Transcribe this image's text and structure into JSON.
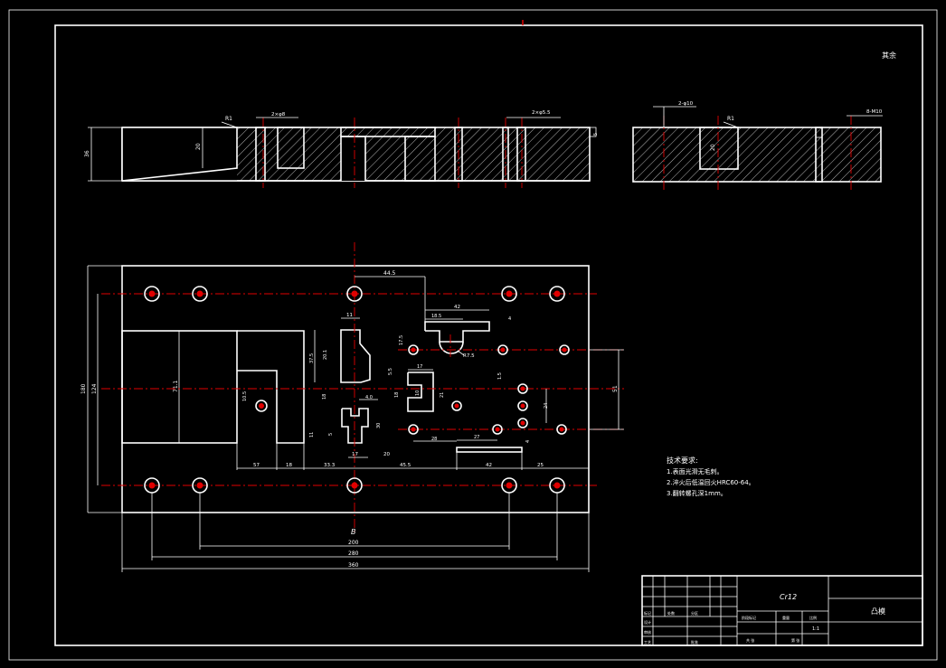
{
  "sheet": {
    "title_block": {
      "drawing_number": "Cr12",
      "part_name": "凸模",
      "small_labels": [
        "标记",
        "处数",
        "分区",
        "设计",
        "审核",
        "工艺",
        "批准",
        "阶段标记",
        "重量",
        "比例",
        "共 张",
        "第 张",
        "1:1"
      ]
    },
    "corner_mark": "其余"
  },
  "tech_requirements": {
    "heading": "技术要求:",
    "items": [
      "1.表面光滑无毛刺。",
      "2.淬火后低温回火HRC60-64。",
      "3.翻转螺孔深1mm。"
    ]
  },
  "front_view": {
    "dims": {
      "height": "36",
      "depth": "20",
      "r1": "R1",
      "chamfer_left": "2×φ8",
      "chamfer_right": "2×φ5.5",
      "right_small": "5"
    }
  },
  "side_view": {
    "dims": {
      "holes": "2-φ10",
      "r1": "R1",
      "thread": "8-M10",
      "depth": "20"
    }
  },
  "plan_view": {
    "dims": {
      "overall_height": "180",
      "inner_height": "124",
      "left_box": "71.1",
      "top_offset": "44.5",
      "tbar_width": "42",
      "tbar_stem": "18.5",
      "tbar_small": "4",
      "tbar_height": "17.5",
      "arc_radius": "R7.5",
      "slot_width_a": "11",
      "slot_height_a": "37.5",
      "slot_len_a": "20.1",
      "slot_gap": "5.5",
      "notch_h": "10.5",
      "block_18": "18",
      "block_11": "11",
      "block_4": "4.0",
      "block_30": "30",
      "block_5": "5",
      "c_17": "17",
      "c_10": "10",
      "c_21": "21",
      "c_18": "18",
      "c_28": "28",
      "c_15": "1.5",
      "c_24": "24",
      "c_27": "27",
      "c_4": "4",
      "right_51": "51",
      "b_57": "57",
      "b_18": "18",
      "b_333": "33.3",
      "b_17": "17",
      "b_20": "20",
      "b_455": "45.5",
      "b_42": "42",
      "b_25": "25",
      "b_label": "B",
      "span_200": "200",
      "span_280": "280",
      "span_360": "360"
    }
  }
}
